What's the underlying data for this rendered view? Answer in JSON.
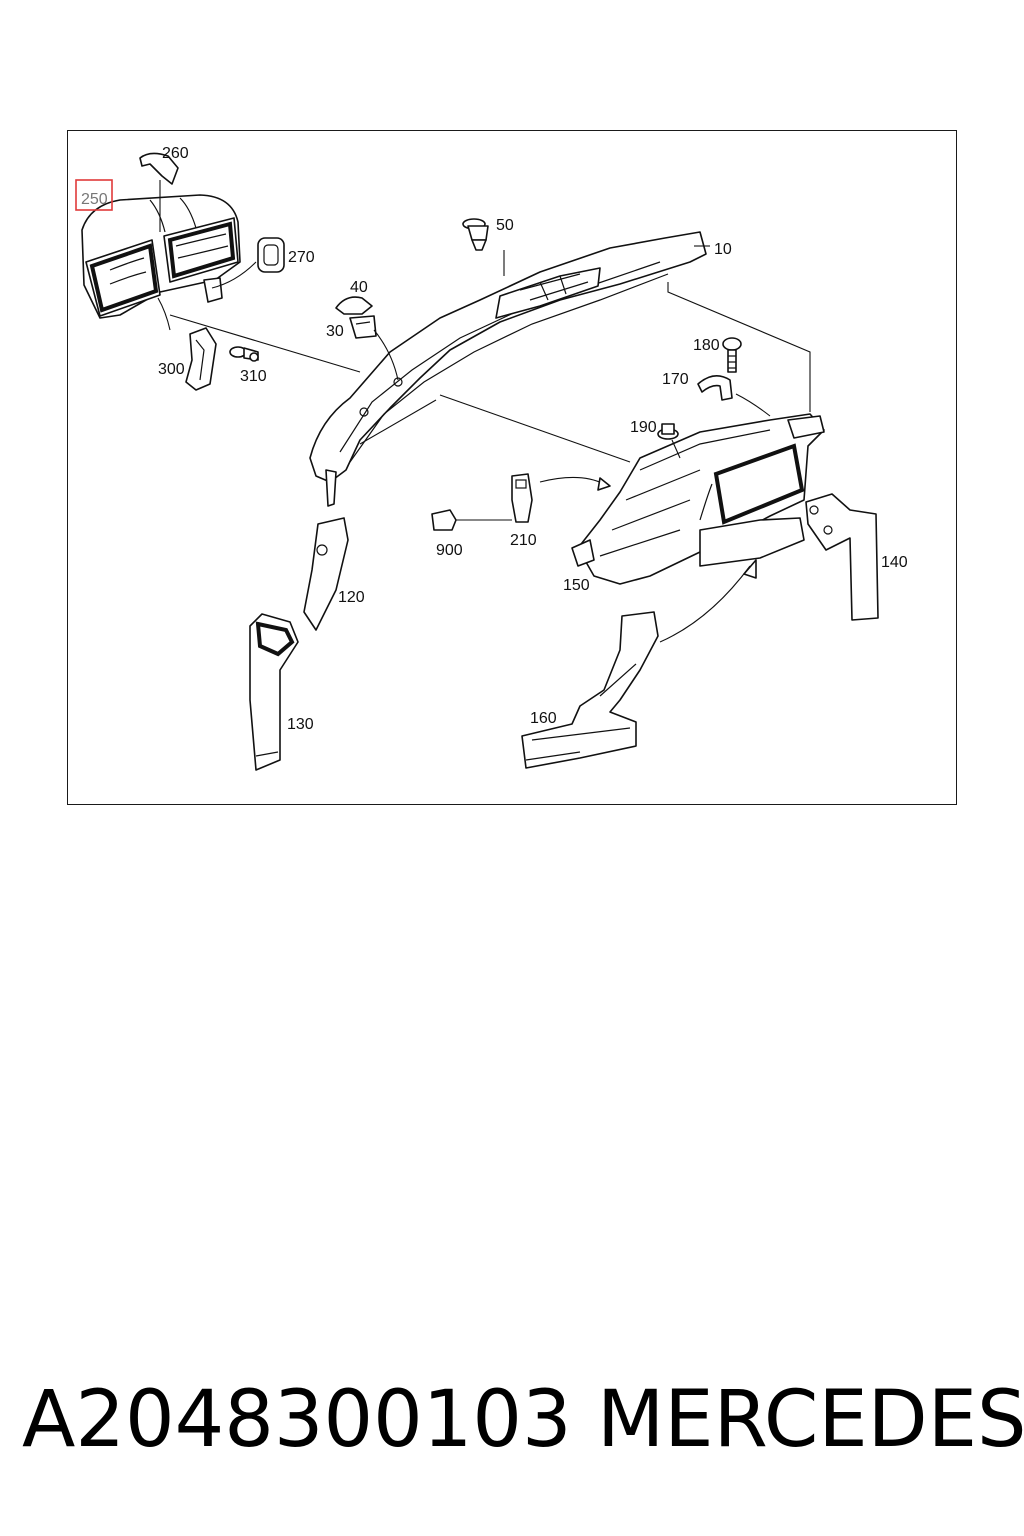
{
  "diagram": {
    "highlighted_callout": "250",
    "callouts": {
      "c260": "260",
      "c250": "250",
      "c270": "270",
      "c50": "50",
      "c10": "10",
      "c40": "40",
      "c30": "30",
      "c300": "300",
      "c310": "310",
      "c180": "180",
      "c170": "170",
      "c190": "190",
      "c900": "900",
      "c210": "210",
      "c150": "150",
      "c140": "140",
      "c120": "120",
      "c130": "130",
      "c160": "160"
    }
  },
  "footer": {
    "part_number": "A2048300103",
    "brand": "MERCEDES"
  }
}
